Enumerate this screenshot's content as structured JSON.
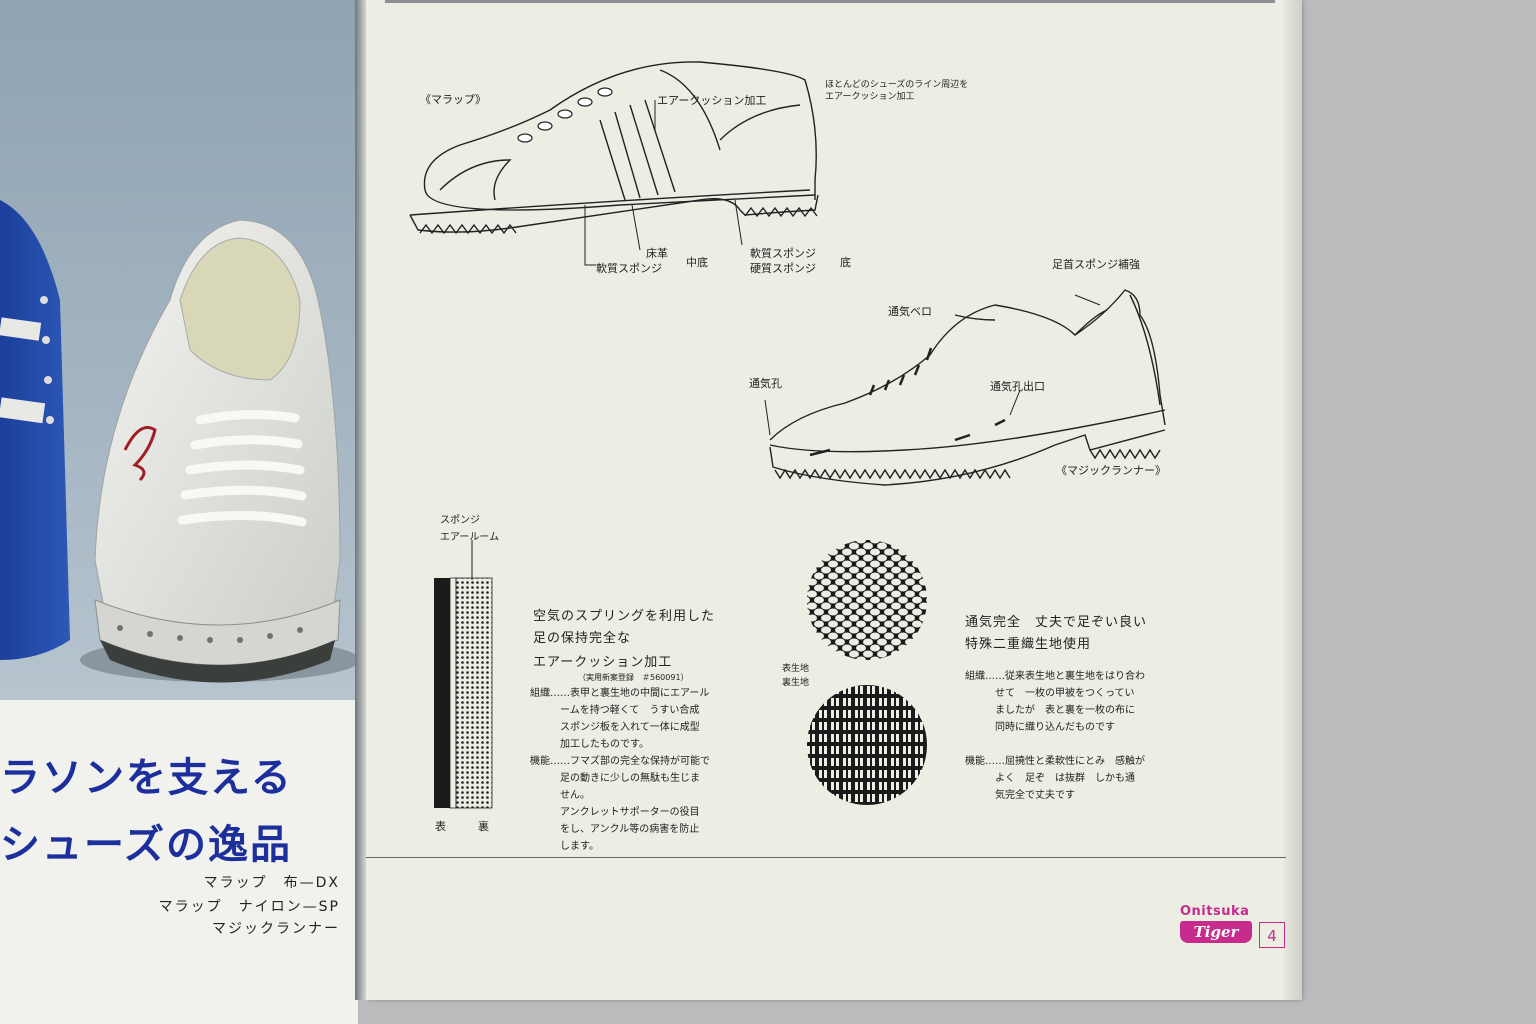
{
  "left_page": {
    "headline_line1": "ラソンを支える",
    "headline_line2": "シューズの逸品",
    "models": [
      "マラップ　布—DX",
      "マラップ　ナイロン—SP",
      "マジックランナー"
    ]
  },
  "right_page": {
    "shoe1": {
      "name": "《マラップ》",
      "note": "ほとんどのシューズのライン周辺を\nエアークッション加工",
      "air_label": "エアークッション加工",
      "midsole_labels": [
        "床革",
        "軟質スポンジ"
      ],
      "midsole_group": "中底",
      "outsole_labels": [
        "軟質スポンジ",
        "硬質スポンジ"
      ],
      "outsole_group": "底"
    },
    "shoe2": {
      "name": "《マジックランナー》",
      "labels": {
        "ankle": "足首スポンジ補強",
        "tongue": "通気ベロ",
        "vent": "通気孔",
        "vent_exit": "通気孔出口"
      }
    },
    "layer_diagram": {
      "label_sponge": "スポンジ",
      "label_air_room": "エアールーム",
      "front": "表",
      "back": "裏"
    },
    "air_cushion": {
      "heading": "空気のスプリングを利用した\n足の保持完全な",
      "title": "エアークッション加工",
      "reg": "（実用新案登録　＃560091）",
      "body": "組織……表甲と裏生地の中間にエアール\n　　　ームを持つ軽くて　うすい合成\n　　　スポンジ板を入れて一体に成型\n　　　加工したものです。\n機能……フマズ部の完全な保持が可能で\n　　　足の動きに少しの無駄も生じま\n　　　せん。\n　　　アンクレットサポーターの役目\n　　　をし、アンクル等の病害を防止\n　　　します。"
    },
    "fabric": {
      "label_outer": "表生地",
      "label_inner": "裏生地",
      "heading": "通気完全　丈夫で足ぞい良い\n特殊二重織生地使用",
      "body": "組織……従来表生地と裏生地をはり合わ\n　　　せて　一枚の甲被をつくってい\n　　　ましたが　表と裏を一枚の布に\n　　　同時に織り込んだものです\n\n機能……屈撓性と柔軟性にとみ　感触が\n　　　よく　足ぞ　は抜群　しかも通\n　　　気完全で丈夫です"
    },
    "brand": {
      "top": "Onitsuka",
      "bottom": "Tiger"
    },
    "page_number": "4"
  },
  "colors": {
    "headline_blue": "#1c2f9c",
    "brand_magenta": "#c72c8d",
    "paper": "#ecede3"
  }
}
